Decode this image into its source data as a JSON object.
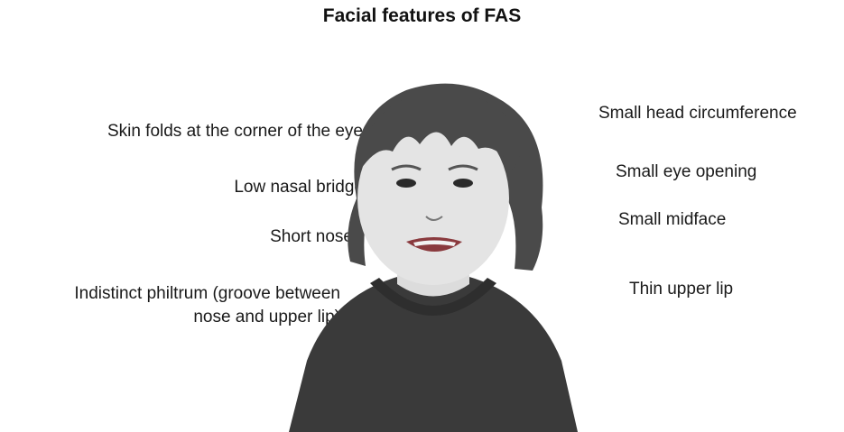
{
  "title": "Facial features of FAS",
  "left_labels": [
    {
      "text": "Skin folds at the corner of the eye"
    },
    {
      "text": "Low nasal bridge"
    },
    {
      "text": "Short nose"
    },
    {
      "text_line1": "Indistinct philtrum (groove between",
      "text_line2": "nose and upper lip)"
    }
  ],
  "right_labels": [
    {
      "text": "Small head circumference"
    },
    {
      "text": "Small eye opening"
    },
    {
      "text": "Small midface"
    },
    {
      "text": "Thin upper lip"
    }
  ],
  "colors": {
    "hair": "#4a4a4a",
    "skin": "#e4e4e4",
    "shirt": "#3a3a3a",
    "lips": "#8a3a3e",
    "text": "#1a1a1a"
  }
}
